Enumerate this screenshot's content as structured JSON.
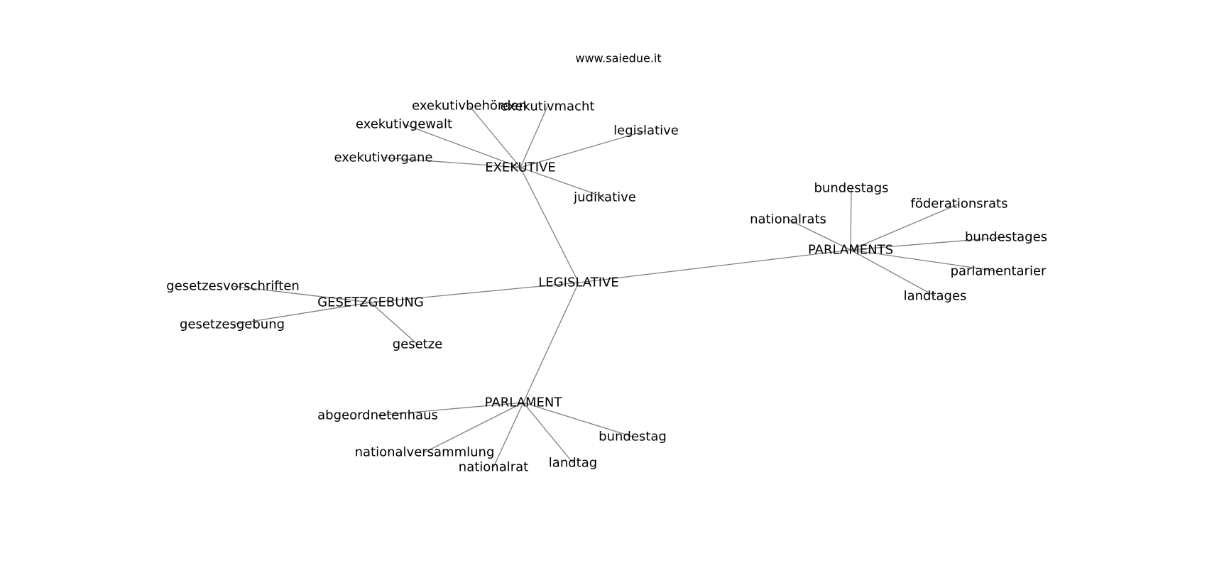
{
  "title": "www.saiedue.it",
  "graph": {
    "nodes": [
      {
        "id": "LEGISLATIVE",
        "label": "LEGISLATIVE"
      },
      {
        "id": "EXEKUTIVE",
        "label": "EXEKUTIVE"
      },
      {
        "id": "PARLAMENTS",
        "label": "PARLAMENTS"
      },
      {
        "id": "GESETZGEBUNG",
        "label": "GESETZGEBUNG"
      },
      {
        "id": "PARLAMENT",
        "label": "PARLAMENT"
      },
      {
        "id": "exekutivbehörden",
        "label": "exekutivbehörden"
      },
      {
        "id": "exekutivmacht",
        "label": "exekutivmacht"
      },
      {
        "id": "exekutivgewalt",
        "label": "exekutivgewalt"
      },
      {
        "id": "exekutivorgane",
        "label": "exekutivorgane"
      },
      {
        "id": "legislative",
        "label": "legislative"
      },
      {
        "id": "judikative",
        "label": "judikative"
      },
      {
        "id": "bundestags",
        "label": "bundestags"
      },
      {
        "id": "föderationsrats",
        "label": "föderationsrats"
      },
      {
        "id": "nationalrats",
        "label": "nationalrats"
      },
      {
        "id": "bundestages",
        "label": "bundestages"
      },
      {
        "id": "parlamentarier",
        "label": "parlamentarier"
      },
      {
        "id": "landtages",
        "label": "landtages"
      },
      {
        "id": "gesetzesvorschriften",
        "label": "gesetzesvorschriften"
      },
      {
        "id": "gesetzesgebung",
        "label": "gesetzesgebung"
      },
      {
        "id": "gesetze",
        "label": "gesetze"
      },
      {
        "id": "abgeordnetenhaus",
        "label": "abgeordnetenhaus"
      },
      {
        "id": "nationalversammlung",
        "label": "nationalversammlung"
      },
      {
        "id": "nationalrat",
        "label": "nationalrat"
      },
      {
        "id": "landtag",
        "label": "landtag"
      },
      {
        "id": "bundestag",
        "label": "bundestag"
      }
    ],
    "edges": [
      [
        "LEGISLATIVE",
        "EXEKUTIVE"
      ],
      [
        "LEGISLATIVE",
        "PARLAMENTS"
      ],
      [
        "LEGISLATIVE",
        "GESETZGEBUNG"
      ],
      [
        "LEGISLATIVE",
        "PARLAMENT"
      ],
      [
        "EXEKUTIVE",
        "exekutivbehörden"
      ],
      [
        "EXEKUTIVE",
        "exekutivmacht"
      ],
      [
        "EXEKUTIVE",
        "exekutivgewalt"
      ],
      [
        "EXEKUTIVE",
        "exekutivorgane"
      ],
      [
        "EXEKUTIVE",
        "legislative"
      ],
      [
        "EXEKUTIVE",
        "judikative"
      ],
      [
        "PARLAMENTS",
        "bundestags"
      ],
      [
        "PARLAMENTS",
        "föderationsrats"
      ],
      [
        "PARLAMENTS",
        "nationalrats"
      ],
      [
        "PARLAMENTS",
        "bundestages"
      ],
      [
        "PARLAMENTS",
        "parlamentarier"
      ],
      [
        "PARLAMENTS",
        "landtages"
      ],
      [
        "GESETZGEBUNG",
        "gesetzesvorschriften"
      ],
      [
        "GESETZGEBUNG",
        "gesetzesgebung"
      ],
      [
        "GESETZGEBUNG",
        "gesetze"
      ],
      [
        "PARLAMENT",
        "abgeordnetenhaus"
      ],
      [
        "PARLAMENT",
        "nationalversammlung"
      ],
      [
        "PARLAMENT",
        "nationalrat"
      ],
      [
        "PARLAMENT",
        "landtag"
      ],
      [
        "PARLAMENT",
        "bundestag"
      ]
    ],
    "edge_color": "#808080"
  }
}
